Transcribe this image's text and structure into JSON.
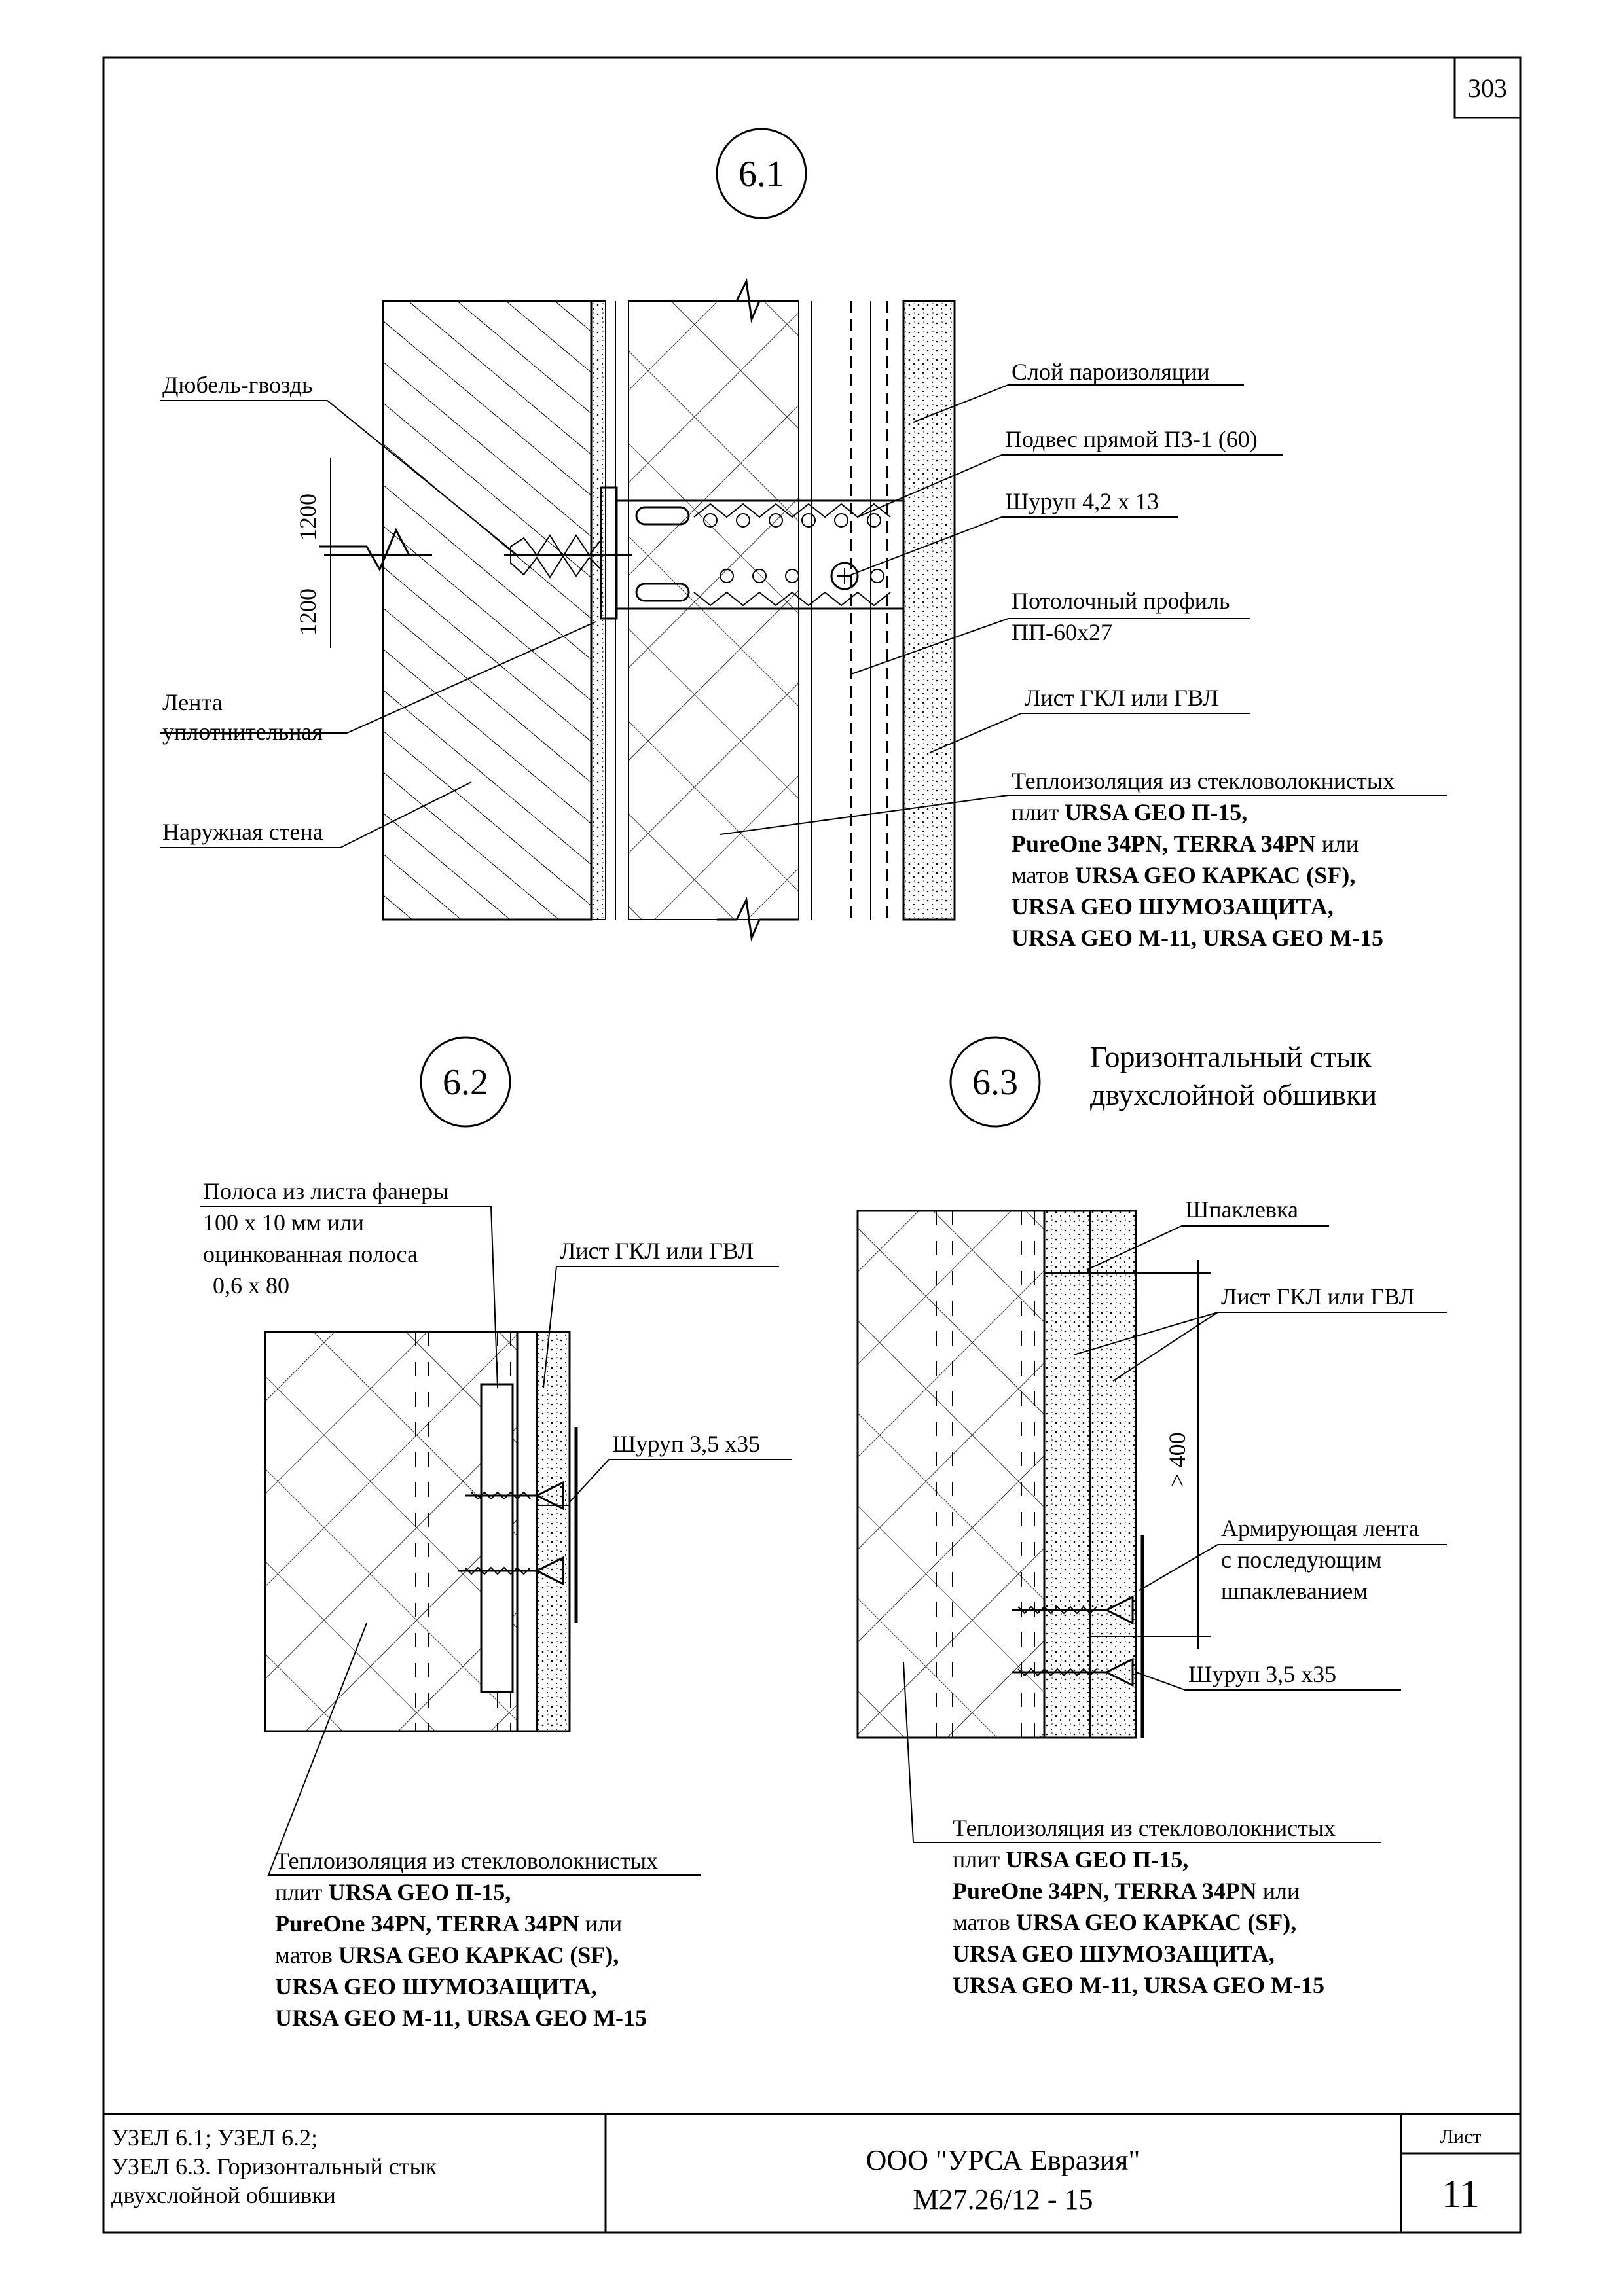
{
  "sheet": {
    "page_number": "303",
    "title_block": {
      "node_text": [
        "УЗЕЛ 6.1; УЗЕЛ 6.2;",
        "УЗЕЛ 6.3. Горизонтальный стык",
        "двухслойной обшивки"
      ],
      "company": "ООО \"УРСА Евразия\"",
      "doc_code": "М27.26/12 - 15",
      "sheet_label": "Лист",
      "sheet_number": "11"
    }
  },
  "node_6_1": {
    "marker": "6.1",
    "labels": {
      "dowel": "Дюбель-гвоздь",
      "vapor": "Слой пароизоляции",
      "hanger": "Подвес прямой ПЗ-1 (60)",
      "screw": "Шуруп 4,2 х 13",
      "profile": [
        "Потолочный профиль",
        "ПП-60х27"
      ],
      "seal": [
        "Лента",
        "уплотнительная"
      ],
      "sheet": "Лист ГКЛ или ГВЛ",
      "wall": "Наружная стена",
      "dim_top": "1200",
      "dim_bottom": "1200"
    },
    "insulation": [
      "Теплоизоляция из стекловолокнистых",
      [
        "плит ",
        "URSA GEO П-15,"
      ],
      [
        "",
        "PureOne 34PN, TERRA 34PN",
        " или"
      ],
      [
        "матов ",
        "URSA GEO КАРКАС (SF),"
      ],
      [
        "",
        "URSA GEO ШУМОЗАЩИТА,"
      ],
      [
        "",
        "URSA GEO M-11,  URSA GEO M-15"
      ]
    ]
  },
  "node_6_2": {
    "marker": "6.2",
    "labels": {
      "strip": [
        "Полоса из листа фанеры",
        "100  х 10 мм или",
        "оцинкованная полоса",
        "0,6 х 80"
      ],
      "sheet": "Лист ГКЛ или ГВЛ",
      "screw": "Шуруп 3,5 х35"
    },
    "insulation": [
      "Теплоизоляция из стекловолокнистых",
      [
        "плит ",
        "URSA GEO П-15,"
      ],
      [
        "",
        "PureOne 34PN, TERRA 34PN",
        " или"
      ],
      [
        "матов ",
        "URSA GEO КАРКАС (SF),"
      ],
      [
        "",
        "URSA GEO ШУМОЗАЩИТА,"
      ],
      [
        "",
        "URSA GEO M-11,  URSA GEO M-15"
      ]
    ]
  },
  "node_6_3": {
    "marker": "6.3",
    "title": [
      "Горизонтальный стык",
      "двухслойной обшивки"
    ],
    "labels": {
      "putty": "Шпаклевка",
      "sheet": "Лист ГКЛ или ГВЛ",
      "dim": "> 400",
      "tape": [
        "Армирующая лента",
        "с последующим",
        "шпаклеванием"
      ],
      "screw": "Шуруп 3,5 х35"
    },
    "insulation": [
      "Теплоизоляция из стекловолокнистых",
      [
        "плит ",
        "URSA GEO П-15,"
      ],
      [
        "",
        "PureOne 34PN, TERRA 34PN",
        " или"
      ],
      [
        "матов ",
        "URSA GEO КАРКАС (SF),"
      ],
      [
        "",
        "URSA GEO ШУМОЗАЩИТА,"
      ],
      [
        "",
        "URSA GEO M-11,  URSA GEO M-15"
      ]
    ]
  }
}
